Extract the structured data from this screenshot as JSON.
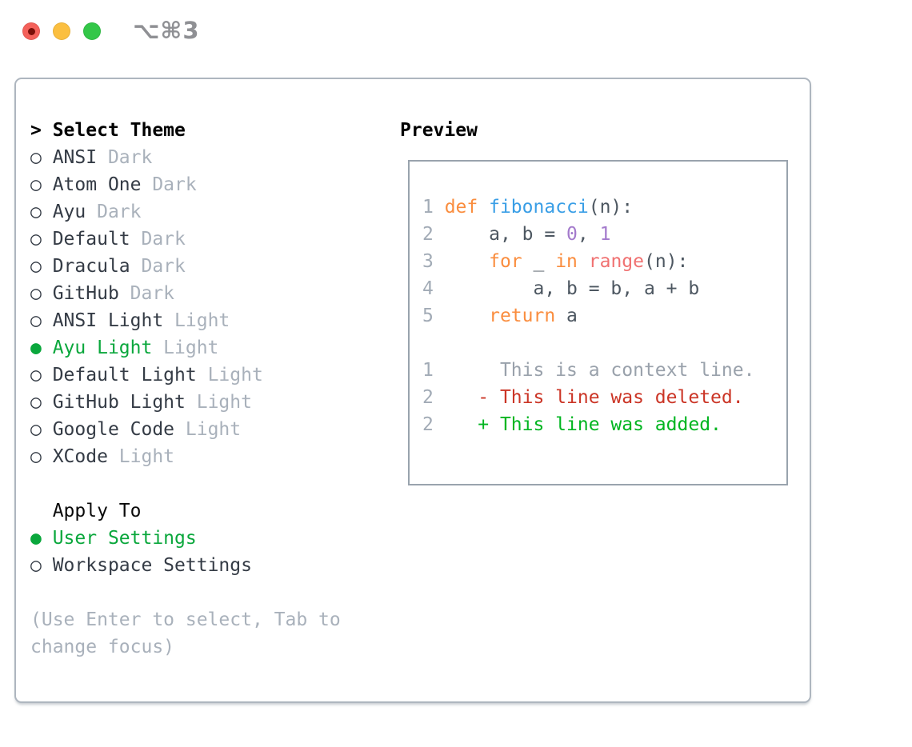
{
  "titlebar": {
    "shortcut": "⌥⌘3"
  },
  "theme_list": {
    "prompt_marker": ">",
    "title": "Select Theme",
    "marker_selected": "●",
    "marker_unselected": "○",
    "items": [
      {
        "name": "ANSI",
        "tag": "Dark",
        "selected": false
      },
      {
        "name": "Atom One",
        "tag": "Dark",
        "selected": false
      },
      {
        "name": "Ayu",
        "tag": "Dark",
        "selected": false
      },
      {
        "name": "Default",
        "tag": "Dark",
        "selected": false
      },
      {
        "name": "Dracula",
        "tag": "Dark",
        "selected": false
      },
      {
        "name": "GitHub",
        "tag": "Dark",
        "selected": false
      },
      {
        "name": "ANSI Light",
        "tag": "Light",
        "selected": false
      },
      {
        "name": "Ayu Light",
        "tag": "Light",
        "selected": true
      },
      {
        "name": "Default Light",
        "tag": "Light",
        "selected": false
      },
      {
        "name": "GitHub Light",
        "tag": "Light",
        "selected": false
      },
      {
        "name": "Google Code",
        "tag": "Light",
        "selected": false
      },
      {
        "name": "XCode",
        "tag": "Light",
        "selected": false
      }
    ]
  },
  "apply_to": {
    "title": "Apply To",
    "items": [
      {
        "name": "User Settings",
        "selected": true
      },
      {
        "name": "Workspace Settings",
        "selected": false
      }
    ]
  },
  "hint": {
    "line1": "(Use Enter to select, Tab to",
    "line2": "change focus)"
  },
  "preview": {
    "title": "Preview",
    "code_lines": [
      [
        [
          "ln",
          "1 "
        ],
        [
          "kw",
          "def"
        ],
        [
          "code",
          " "
        ],
        [
          "fn",
          "fibonacci"
        ],
        [
          "code",
          "(n):"
        ]
      ],
      [
        [
          "ln",
          "2 "
        ],
        [
          "code",
          "    a, b = "
        ],
        [
          "num",
          "0"
        ],
        [
          "code",
          ", "
        ],
        [
          "num",
          "1"
        ]
      ],
      [
        [
          "ln",
          "3 "
        ],
        [
          "code",
          "    "
        ],
        [
          "kw",
          "for"
        ],
        [
          "code",
          " _ "
        ],
        [
          "kw",
          "in"
        ],
        [
          "code",
          " "
        ],
        [
          "rng",
          "range"
        ],
        [
          "code",
          "(n):"
        ]
      ],
      [
        [
          "ln",
          "4 "
        ],
        [
          "code",
          "        a, b = b, a + b"
        ]
      ],
      [
        [
          "ln",
          "5 "
        ],
        [
          "code",
          "    "
        ],
        [
          "kw",
          "return"
        ],
        [
          "code",
          " a"
        ]
      ],
      [],
      [
        [
          "ln",
          "1 "
        ],
        [
          "ctx",
          "     This is a context line."
        ]
      ],
      [
        [
          "ln",
          "2 "
        ],
        [
          "del",
          "   - This line was deleted."
        ]
      ],
      [
        [
          "ln",
          "2 "
        ],
        [
          "add",
          "   + This line was added."
        ]
      ]
    ]
  },
  "colors": {
    "traffic_red": "#f4615a",
    "traffic_red_dot": "#7a0f08",
    "traffic_yellow": "#fbbf40",
    "traffic_green": "#33c748",
    "shortcut_gray": "#8f9094",
    "panel_border": "#aeb6bf",
    "preview_border": "#99a3ad",
    "text_dark": "#343b45",
    "muted": "#a9b1bb",
    "accent_green": "#0aa73c",
    "line_number": "#a2abb6",
    "code_text": "#4d5761",
    "code_keyword": "#fa8d3e",
    "code_function": "#399ee6",
    "code_number": "#a37acc",
    "code_special": "#f07171",
    "diff_context": "#99a1ab",
    "diff_removed": "#cb3526",
    "diff_added": "#00b520"
  }
}
